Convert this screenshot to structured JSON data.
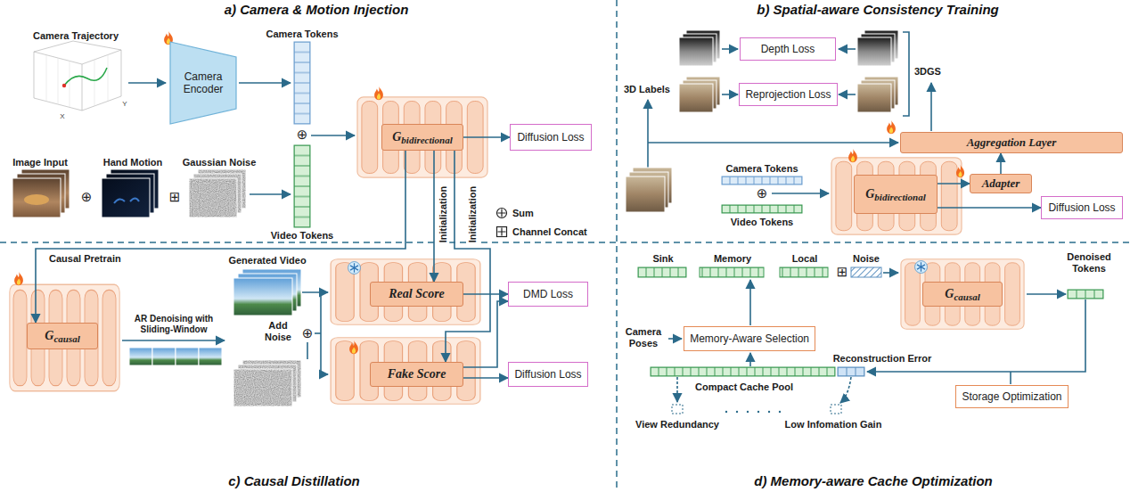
{
  "diagram": {
    "nodes": [
      {
        "text": [
          "Camera Encoder"
        ]
      },
      {
        "text": [
          "G",
          "bidirectional"
        ]
      },
      {
        "text": [
          "Diffusion Loss"
        ]
      },
      {
        "text": [
          "Depth Loss"
        ]
      },
      {
        "text": [
          "Reprojection Loss"
        ]
      },
      {
        "text": [
          "Aggregation Layer"
        ]
      },
      {
        "text": [
          "Adapter"
        ]
      },
      {
        "text": [
          "G",
          "bidirectional"
        ]
      },
      {
        "text": [
          "Diffusion Loss"
        ]
      },
      {
        "text": [
          "G",
          "causal"
        ]
      },
      {
        "text": [
          "Real Score"
        ]
      },
      {
        "text": [
          "Fake Score"
        ]
      },
      {
        "text": [
          "DMD Loss"
        ]
      },
      {
        "text": [
          "Diffusion Loss"
        ]
      },
      {
        "text": [
          "Memory-Aware Selection"
        ]
      },
      {
        "text": [
          "G",
          "causal"
        ]
      },
      {
        "text": [
          "Storage Optimization"
        ]
      }
    ],
    "edges": [
      {
        "from": 1,
        "to": 2,
        "arrow": "to"
      },
      {
        "from": 1,
        "to": 9,
        "label": "Causal Pretrain",
        "arrow": "to"
      },
      {
        "from": 1,
        "to": 10,
        "label": "Initialization",
        "arrow": "to"
      },
      {
        "from": 1,
        "to": 11,
        "label": "Initialization",
        "arrow": "to"
      },
      {
        "from": 7,
        "to": 8,
        "arrow": "to"
      },
      {
        "from": 7,
        "to": 6,
        "arrow": "to"
      },
      {
        "from": 6,
        "to": 5,
        "arrow": "to"
      },
      {
        "from": 10,
        "to": 12,
        "arrow": "to"
      },
      {
        "from": 11,
        "to": 12,
        "arrow": "to"
      },
      {
        "from": 11,
        "to": 13,
        "arrow": "to"
      }
    ],
    "labels": [
      "a) Camera & Motion Injection",
      "b) Spatial-aware Consistency Training",
      "Camera Trajectory",
      "X",
      "Y",
      "Camera Tokens",
      "⊕",
      "Video Tokens",
      "Image Input",
      "⊕",
      "Hand Motion",
      "⊞",
      "Gaussian Noise",
      "3D Labels",
      "3DGS",
      "Camera Tokens",
      "⊕",
      "Video Tokens",
      "Generated Video",
      "AR Denoising with Sliding-Window",
      "Add Noise",
      "⊕",
      "Sink",
      "Memory",
      "Local",
      "Noise",
      "⊞",
      "Denoised Tokens",
      "Camera Poses",
      "Reconstruction Error",
      "Compact Cache Pool",
      "View Redundancy",
      "Low Infomation Gain",
      "c) Causal Distillation",
      "d) Memory-aware Cache Optimization"
    ],
    "legend": [
      {
        "text": "Sum"
      },
      {
        "text": "Channel Concat"
      }
    ]
  }
}
